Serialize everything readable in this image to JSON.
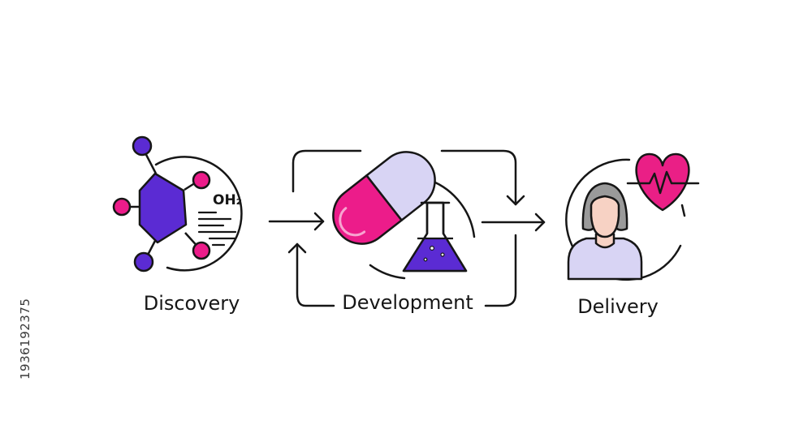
{
  "stages": [
    {
      "id": "discovery",
      "label": "Discovery"
    },
    {
      "id": "development",
      "label": "Development"
    },
    {
      "id": "delivery",
      "label": "Delivery"
    }
  ],
  "formula": "OH₂",
  "side_stamp": "1936192375",
  "colors": {
    "stroke": "#161616",
    "indigo": "#5b2bd3",
    "magenta": "#ec1c8a",
    "lavender": "#d8d4f4",
    "skin": "#f7d2c4",
    "hair": "#9a9a9a",
    "heart": "#ea1f86",
    "background": "#ffffff"
  },
  "icons": {
    "discovery": "molecule-icon",
    "development": [
      "capsule-icon",
      "flask-icon"
    ],
    "delivery": [
      "patient-icon",
      "heartbeat-icon"
    ]
  }
}
